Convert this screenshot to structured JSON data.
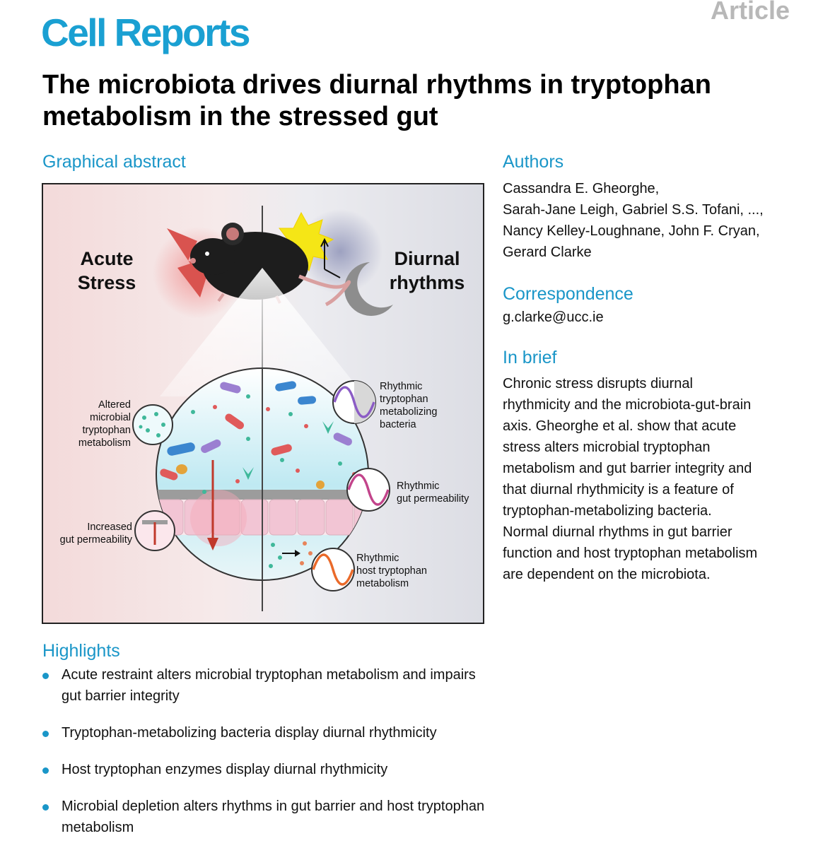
{
  "header": {
    "article_type": "Article",
    "journal": "Cell Reports",
    "title": "The microbiota drives diurnal rhythms in tryptophan metabolism in the stressed gut"
  },
  "graphical_abstract": {
    "heading": "Graphical abstract",
    "left_title": "Acute\nStress",
    "right_title": "Diurnal\nrhythms",
    "labels": {
      "altered": "Altered\nmicrobial\ntryptophan\nmetabolism",
      "permeability": "Increased\ngut permeability",
      "rhythmic_bacteria": "Rhythmic\ntryptophan\nmetabolizing\nbacteria",
      "rhythmic_gut": "Rhythmic\ngut permeability",
      "rhythmic_host": "Rhythmic\nhost tryptophan\nmetabolism"
    },
    "colors": {
      "stress_bolt": "#d9534f",
      "sun": "#f5e616",
      "moon": "#8d8d8d",
      "wave_purple": "#8b5cc5",
      "wave_magenta": "#c2448b",
      "wave_orange": "#ea6a2a"
    }
  },
  "authors": {
    "heading": "Authors",
    "lines": [
      "Cassandra E. Gheorghe,",
      "Sarah-Jane Leigh, Gabriel S.S. Tofani, ...,",
      "Nancy Kelley-Loughnane, John F. Cryan,",
      "Gerard Clarke"
    ]
  },
  "correspondence": {
    "heading": "Correspondence",
    "email": "g.clarke@ucc.ie"
  },
  "in_brief": {
    "heading": "In brief",
    "lines": [
      "Chronic stress disrupts diurnal",
      "rhythmicity and the microbiota-gut-brain",
      "axis. Gheorghe et al. show that acute",
      "stress alters microbial tryptophan",
      "metabolism and gut barrier integrity and",
      "that diurnal rhythmicity is a feature of",
      "tryptophan-metabolizing bacteria.",
      "Normal diurnal rhythms in gut barrier",
      "function and host tryptophan metabolism",
      "are dependent on the microbiota."
    ]
  },
  "highlights": {
    "heading": "Highlights",
    "items": [
      "Acute restraint alters microbial tryptophan metabolism and impairs gut barrier integrity",
      "Tryptophan-metabolizing bacteria display diurnal rhythmicity",
      "Host tryptophan enzymes display diurnal rhythmicity",
      "Microbial depletion alters rhythms in gut barrier and host tryptophan metabolism"
    ]
  }
}
